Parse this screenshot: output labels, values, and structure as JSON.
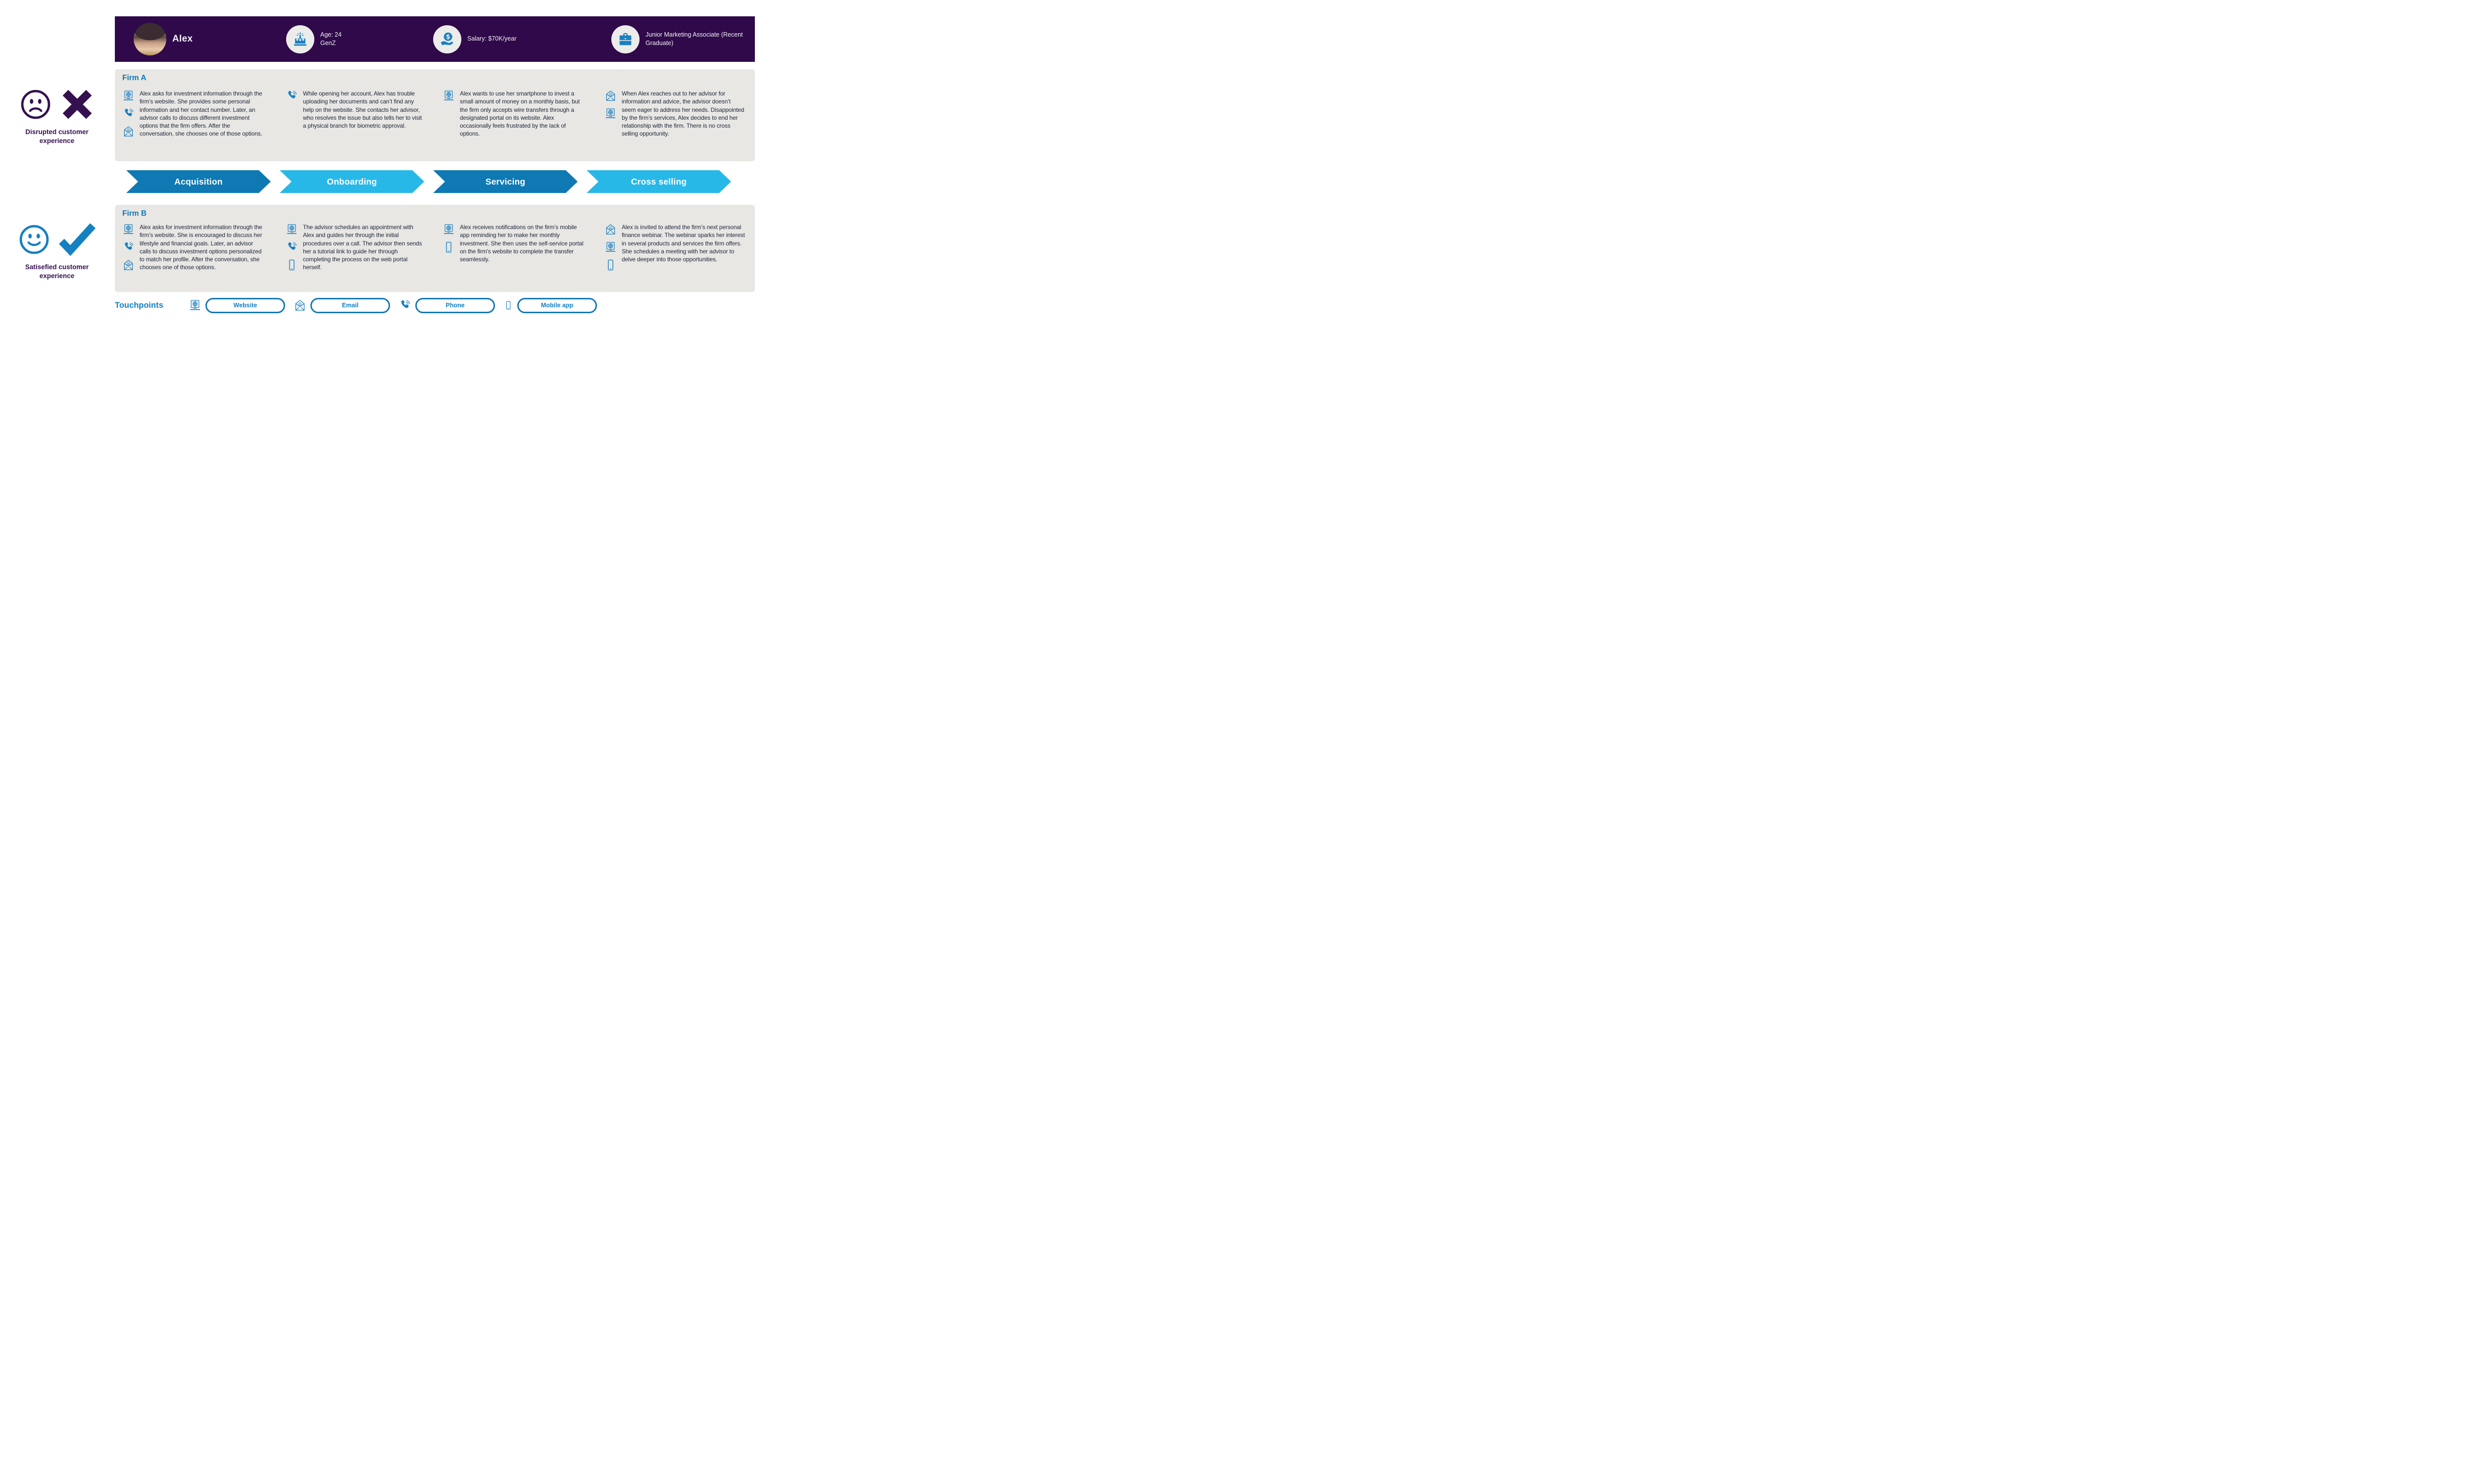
{
  "persona": {
    "name": "Alex",
    "attributes": [
      {
        "icon": "birthday-cake-icon",
        "text": "Age: 24\nGenZ"
      },
      {
        "icon": "salary-hand-icon",
        "text": "Salary: $70K/year"
      },
      {
        "icon": "briefcase-icon",
        "text": "Junior Marketing Associate (Recent Graduate)"
      }
    ]
  },
  "experience": {
    "disrupted": {
      "label": "Disrupted customer experience",
      "icons": [
        "sad-face-icon",
        "x-mark-icon"
      ]
    },
    "satisfied": {
      "label": "Satisefied customer experience",
      "icons": [
        "smiley-face-icon",
        "check-mark-icon"
      ]
    }
  },
  "stages": [
    "Acquisition",
    "Onboarding",
    "Servicing",
    "Cross selling"
  ],
  "firmA": {
    "title": "Firm A",
    "cells": [
      {
        "icons": [
          "website-icon",
          "phone-icon",
          "email-icon"
        ],
        "text": "Alex asks for investment information through the firm’s website. She provides some personal information and her contact number. Later, an advisor calls to discuss different investment options that the firm offers. After the conversation, she chooses one of those options."
      },
      {
        "icons": [
          "phone-icon"
        ],
        "text": "While opening her account, Alex has trouble uploading her documents and can’t find any help on the website. She contacts her advisor, who resolves the issue but also tells her to visit a physical branch for biometric approval."
      },
      {
        "icons": [
          "website-icon"
        ],
        "text": "Alex wants to use her smartphone to invest a small amount of money on a monthly basis, but the firm only accepts wire transfers through a designated portal on its website. Alex occasionally feels frustrated by the lack of options."
      },
      {
        "icons": [
          "email-icon",
          "website-icon"
        ],
        "text": "When Alex reaches out to her advisor for information and advice, the advisor doesn’t seem eager to address her needs. Disappointed by the firm’s services, Alex decides to end her relationship with the firm. There is no cross selling opportunity."
      }
    ]
  },
  "firmB": {
    "title": "Firm B",
    "cells": [
      {
        "icons": [
          "website-icon",
          "phone-icon",
          "email-icon"
        ],
        "text": "Alex asks for investment information through the firm’s website. She is encouraged to discuss her lifestyle and financial goals. Later, an advisor calls to discuss investment options personalized to match her profile. After the conversation, she chooses one of those options."
      },
      {
        "icons": [
          "website-icon",
          "phone-icon",
          "mobile-icon"
        ],
        "text": "The advisor schedules an appointment with Alex and guides her through the initial procedures over a call. The advisor then sends her a tutorial link to guide her through completing the process on the web portal herself."
      },
      {
        "icons": [
          "website-icon",
          "mobile-icon"
        ],
        "text": "Alex receives notifications on the firm’s mobile app reminding her to make her monthly investment. She then uses the self-service portal on the firm's website to complete the transfer seamlessly."
      },
      {
        "icons": [
          "email-icon",
          "website-icon",
          "mobile-icon"
        ],
        "text": "Alex is invited to attend the firm’s next personal finance webinar. The webinar sparks her interest in several products and services the firm offers. She schedules a meeting with her advisor to delve deeper into those opportunities."
      }
    ]
  },
  "touchpoints": {
    "label": "Touchpoints",
    "items": [
      {
        "icon": "website-icon",
        "label": "Website"
      },
      {
        "icon": "email-icon",
        "label": "Email"
      },
      {
        "icon": "phone-icon",
        "label": "Phone"
      },
      {
        "icon": "mobile-icon",
        "label": "Mobile app"
      }
    ]
  },
  "colors": {
    "header_purple": "#2F094A",
    "purple_accent": "#35104F",
    "icon_blue": "#1B7FC0",
    "firm_title_blue": "#0E7AB8",
    "arrow_dark_blue": "#0E79B2",
    "arrow_light_blue": "#28B8E8",
    "touchpoint_blue": "#1580C2",
    "panel_gray": "#E8E7E4",
    "body_text": "#1D2439"
  }
}
